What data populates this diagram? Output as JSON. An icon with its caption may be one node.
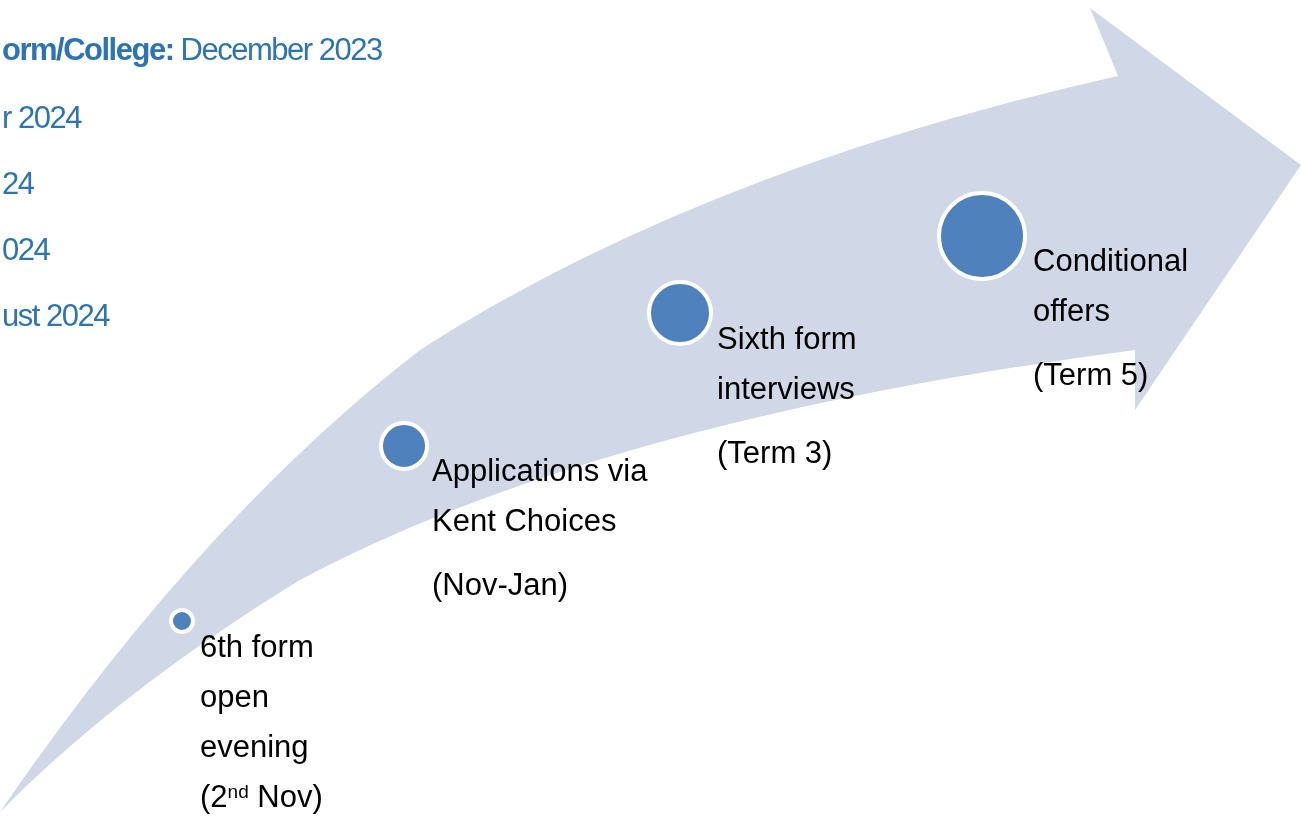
{
  "diagram": {
    "nodes": [
      {
        "text": [],
        "shape": "circle",
        "beside": [
          "6th form open evening",
          "(2$^{nd}$ Nov)"
        ]
      },
      {
        "text": [],
        "shape": "circle",
        "beside": [
          "Applications via Kent Choices",
          "(Nov-Jan)"
        ]
      },
      {
        "text": [],
        "shape": "circle",
        "beside": [
          "Sixth form interviews",
          "(Term 3)"
        ]
      },
      {
        "text": [],
        "shape": "circle",
        "beside": [
          "Conditional offers",
          "(Term 5)"
        ]
      }
    ],
    "labels": [
      "**orm/College:** December 2023",
      "r 2024",
      "24",
      "024",
      "ust 2024"
    ]
  }
}
